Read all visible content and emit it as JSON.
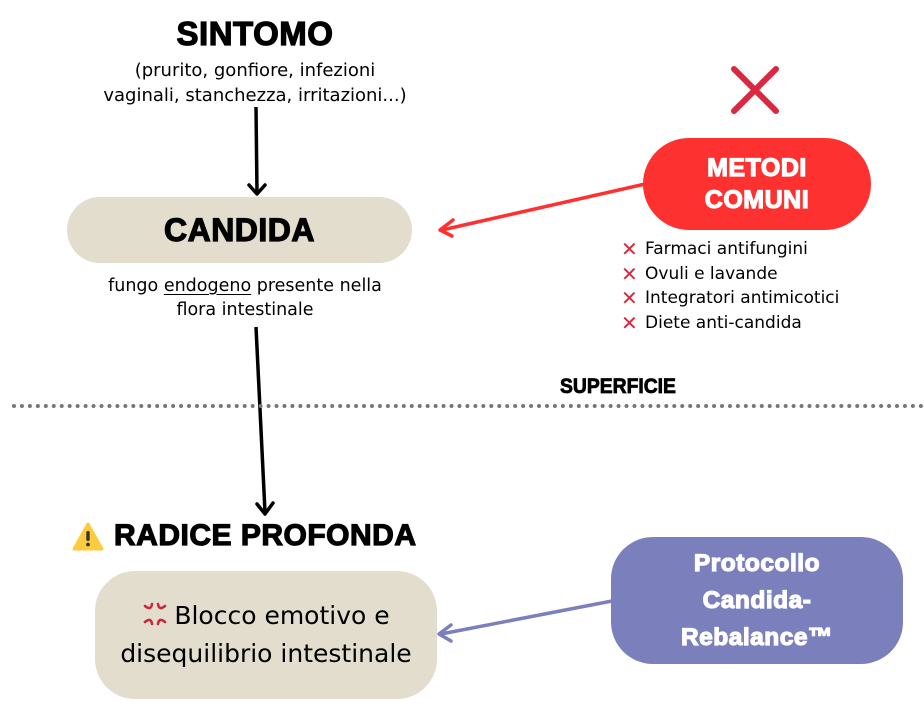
{
  "colors": {
    "beige_box": "#e2ddcd",
    "red_accent": "#fe3131",
    "x_red": "#d9283f",
    "purple_box": "#7b80bd",
    "warning_yellow": "#fdcb3e",
    "divider_gray": "#777777"
  },
  "sintomo": {
    "title": "SINTOMO",
    "description_line1": "(prurito, gonfiore, infezioni",
    "description_line2": "vaginali, stanchezza, irritazioni...)"
  },
  "candida": {
    "label": "CANDIDA",
    "description_prefix": "fungo ",
    "description_underlined": "endogeno",
    "description_suffix": " presente nella",
    "description_line2": "flora intestinale"
  },
  "metodi_comuni": {
    "icon": "cross-icon",
    "label_line1": "METODI",
    "label_line2": "COMUNI",
    "items": [
      {
        "icon": "cross-icon",
        "label": "Farmaci antifungini"
      },
      {
        "icon": "cross-icon",
        "label": "Ovuli e lavande"
      },
      {
        "icon": "cross-icon",
        "label": "Integratori antimicotici"
      },
      {
        "icon": "cross-icon",
        "label": "Diete anti-candida"
      }
    ],
    "item_icon_glyph": "✕"
  },
  "superficie": {
    "label": "SUPERFICIE"
  },
  "radice": {
    "icon": "warning-icon",
    "title": "RADICE PROFONDA",
    "box_icon": "anger-symbol-icon",
    "box_line1": "Blocco emotivo e",
    "box_line2": "disequilibrio intestinale"
  },
  "protocollo": {
    "line1": "Protocollo",
    "line2": "Candida-",
    "line3": "Rebalance™"
  }
}
